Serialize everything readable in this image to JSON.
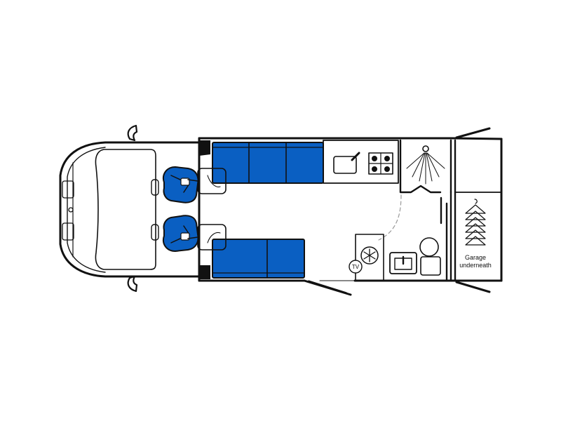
{
  "floorplan": {
    "garage_label_line1": "Garage",
    "garage_label_line2": "underneath",
    "tv_label": "TV"
  },
  "colors": {
    "upholstery": "#0a5fc2",
    "upholstery_dark": "#07408a",
    "outline": "#111111",
    "background": "#ffffff"
  },
  "icons": [
    "cab-seat-icon",
    "swivel-arrow-icon",
    "sink-icon",
    "hob-icon",
    "shower-icon",
    "fridge-snowflake-icon",
    "tv-icon",
    "washbasin-icon",
    "toilet-icon",
    "hanger-icon",
    "door-icon"
  ]
}
